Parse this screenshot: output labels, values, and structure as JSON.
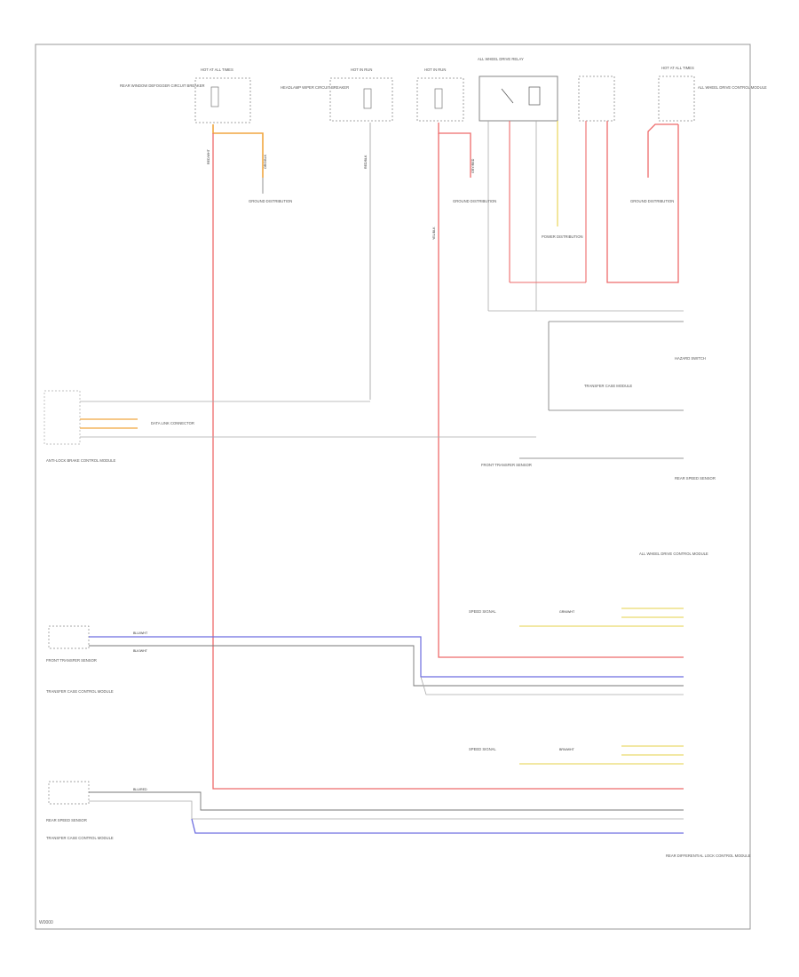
{
  "diagram": {
    "footer_code": "W0000",
    "colors": {
      "red": "#ee6b6b",
      "orange": "#f0a640",
      "blue": "#6d6de0",
      "gray": "#aaaaaa",
      "dark": "#777777",
      "black": "#333333",
      "yellow": "#e6d24a",
      "border": "#999999"
    },
    "labels": {
      "hot_at_all_times_left": "HOT AT ALL TIMES",
      "hot_at_all_times_right": "HOT AT ALL TIMES",
      "hot_in_run_1": "HOT IN RUN",
      "hot_in_run_2": "HOT IN RUN",
      "fuse_left": "REAR WINDOW DEFOGGER CIRCUIT BREAKER",
      "fuse_mid": "HEADLAMP WIPER CIRCUIT BREAKER",
      "relay_top": "ALL WHEEL DRIVE RELAY",
      "ground_left": "GROUND DISTRIBUTION",
      "ground_mid": "GROUND DISTRIBUTION",
      "ground_right": "GROUND DISTRIBUTION",
      "ground_center": "POWER DISTRIBUTION",
      "abs_module": "ANTI-LOCK BRAKE CONTROL MODULE",
      "data_link": "DATA LINK CONNECTOR",
      "hazard_switch": "HAZARD SWITCH",
      "transfer_case": "TRANSFER CASE MODULE",
      "transfer_sensor_front": "FRONT TRANSFER SENSOR",
      "front_sensor": "FRONT TRANSFER SENSOR",
      "rear_sensor": "REAR SPEED SENSOR",
      "rear_sensor_2": "REAR SPEED SENSOR",
      "front_module": "TRANSFER CASE CONTROL MODULE",
      "rear_module": "TRANSFER CASE CONTROL MODULE",
      "rear_module_bottom": "REAR DIFFERENTIAL LOCK CONTROL MODULE",
      "module_top_right": "ALL WHEEL DRIVE CONTROL MODULE",
      "signal_front": "SPEED SIGNAL",
      "signal_rear": "SPEED SIGNAL"
    },
    "wire_tags": {
      "w1": "RED/WHT",
      "w2": "ORG/BLK",
      "w3": "RED/BLK",
      "w4": "BLU/WHT",
      "w5": "BLK/WHT",
      "w6": "GRY/RED",
      "w7": "YEL/BLK",
      "w8": "BLU/RED",
      "w9": "GRN/WHT",
      "w10": "BRN/WHT"
    }
  }
}
